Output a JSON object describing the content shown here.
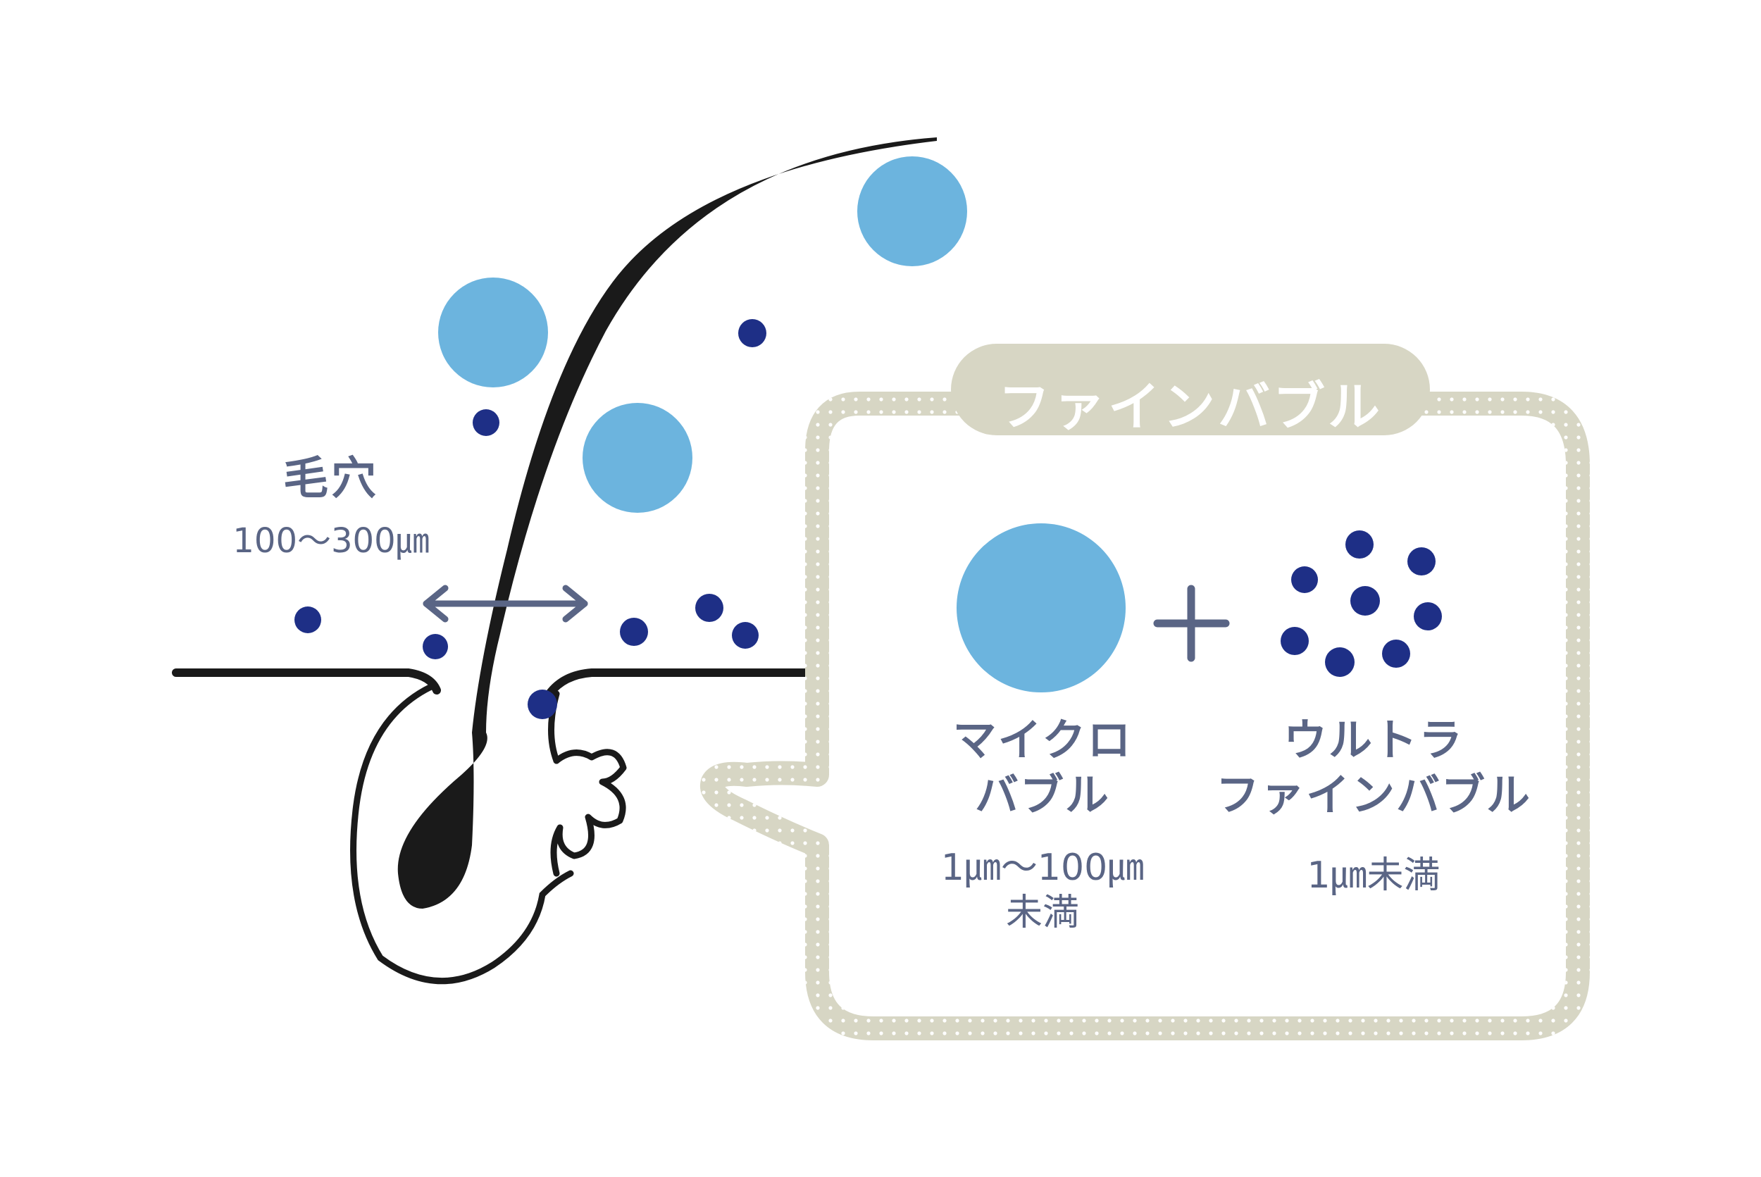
{
  "diagram": {
    "pore": {
      "label": "毛穴",
      "size": "100〜300㎛"
    },
    "badge": {
      "title": "ファインバブル"
    },
    "microbubble": {
      "name_line1": "マイクロ",
      "name_line2": "バブル",
      "size_line1": "1㎛〜100㎛",
      "size_line2": "未満"
    },
    "plus_symbol": "+",
    "ultrafine": {
      "name_line1": "ウルトラ",
      "name_line2": "ファインバブル",
      "size": "1㎛未満"
    }
  },
  "colors": {
    "text": "#5a6585",
    "large_bubble": "#6cb4de",
    "small_bubble": "#1e2f86",
    "speech_border": "#d7d6c4",
    "badge_bg": "#d7d6c4",
    "hair": "#1a1a1a"
  },
  "icons": [
    "hair-icon",
    "skin-line",
    "double-arrow-icon",
    "plus-icon"
  ]
}
